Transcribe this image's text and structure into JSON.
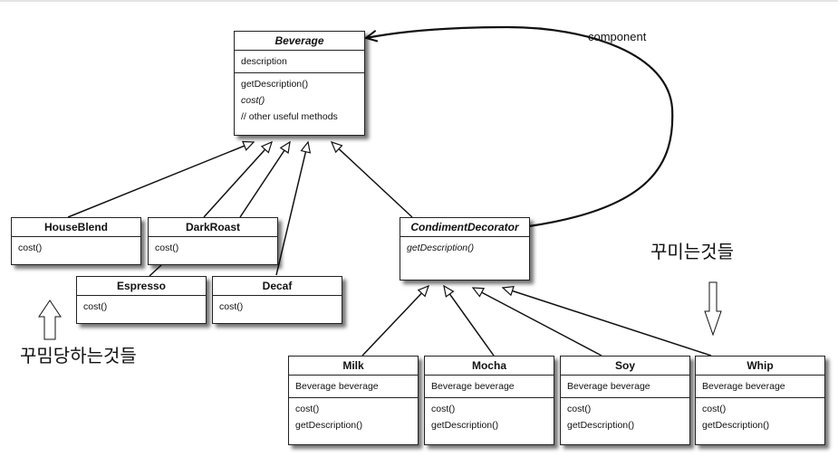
{
  "classes": {
    "beverage": {
      "name": "Beverage",
      "fields": [
        "description"
      ],
      "methods": [
        "getDescription()",
        "cost()",
        "// other useful methods"
      ]
    },
    "houseblend": {
      "name": "HouseBlend",
      "methods": [
        "cost()"
      ]
    },
    "darkroast": {
      "name": "DarkRoast",
      "methods": [
        "cost()"
      ]
    },
    "espresso": {
      "name": "Espresso",
      "methods": [
        "cost()"
      ]
    },
    "decaf": {
      "name": "Decaf",
      "methods": [
        "cost()"
      ]
    },
    "condiment": {
      "name": "CondimentDecorator",
      "methods": [
        "getDescription()"
      ]
    },
    "milk": {
      "name": "Milk",
      "fields": [
        "Beverage beverage"
      ],
      "methods": [
        "cost()",
        "getDescription()"
      ]
    },
    "mocha": {
      "name": "Mocha",
      "fields": [
        "Beverage beverage"
      ],
      "methods": [
        "cost()",
        "getDescription()"
      ]
    },
    "soy": {
      "name": "Soy",
      "fields": [
        "Beverage beverage"
      ],
      "methods": [
        "cost()",
        "getDescription()"
      ]
    },
    "whip": {
      "name": "Whip",
      "fields": [
        "Beverage beverage"
      ],
      "methods": [
        "cost()",
        "getDescription()"
      ]
    }
  },
  "labels": {
    "component": "component",
    "decorators_note": "꾸미는것들",
    "decorated_note": "꾸밈당하는것들"
  }
}
